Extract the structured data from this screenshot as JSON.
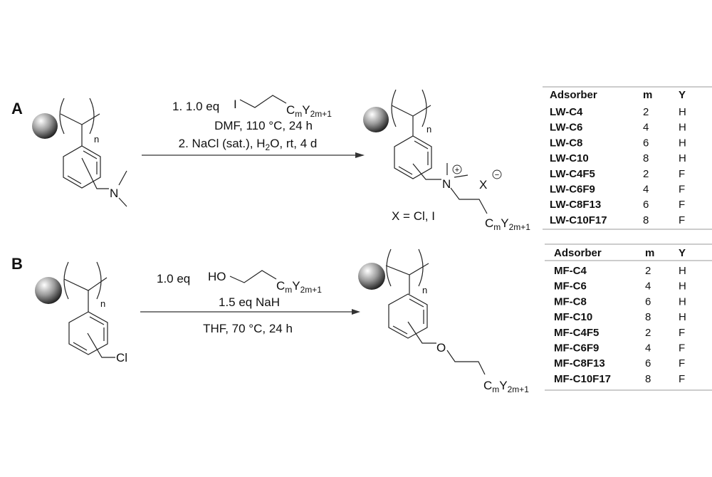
{
  "panel_a": {
    "label": "A",
    "reagent_prefix": "1. 1.0 eq",
    "reagent_atom": "I",
    "condition_line2": "DMF, 110 °C, 24 h",
    "condition_line3_pre": "2. NaCl (sat.), H",
    "condition_line3_sub": "2",
    "condition_line3_post": "O, rt, 4 d",
    "start_atom": "N",
    "product_atom": "N",
    "cation_charge": "+",
    "counterion": "X",
    "anion_charge": "−",
    "counterion_note": "X = Cl, I",
    "polymer_index": "n",
    "table": {
      "headers": [
        "Adsorber",
        "m",
        "Y"
      ],
      "rows": [
        [
          "LW-C4",
          "2",
          "H"
        ],
        [
          "LW-C6",
          "4",
          "H"
        ],
        [
          "LW-C8",
          "6",
          "H"
        ],
        [
          "LW-C10",
          "8",
          "H"
        ],
        [
          "LW-C4F5",
          "2",
          "F"
        ],
        [
          "LW-C6F9",
          "4",
          "F"
        ],
        [
          "LW-C8F13",
          "6",
          "F"
        ],
        [
          "LW-C10F17",
          "8",
          "F"
        ]
      ]
    }
  },
  "panel_b": {
    "label": "B",
    "reagent_prefix": "1.0 eq",
    "reagent_atom": "HO",
    "condition_line2": "1.5 eq NaH",
    "condition_line3": "THF, 70 °C, 24 h",
    "start_atom": "Cl",
    "product_atom": "O",
    "polymer_index": "n",
    "table": {
      "headers": [
        "Adsorber",
        "m",
        "Y"
      ],
      "rows": [
        [
          "MF-C4",
          "2",
          "H"
        ],
        [
          "MF-C6",
          "4",
          "H"
        ],
        [
          "MF-C8",
          "6",
          "H"
        ],
        [
          "MF-C10",
          "8",
          "H"
        ],
        [
          "MF-C4F5",
          "2",
          "F"
        ],
        [
          "MF-C6F9",
          "4",
          "F"
        ],
        [
          "MF-C8F13",
          "6",
          "F"
        ],
        [
          "MF-C10F17",
          "8",
          "F"
        ]
      ]
    }
  },
  "formula": {
    "c": "C",
    "m": "m",
    "y": "Y",
    "sub": "2m+1"
  }
}
